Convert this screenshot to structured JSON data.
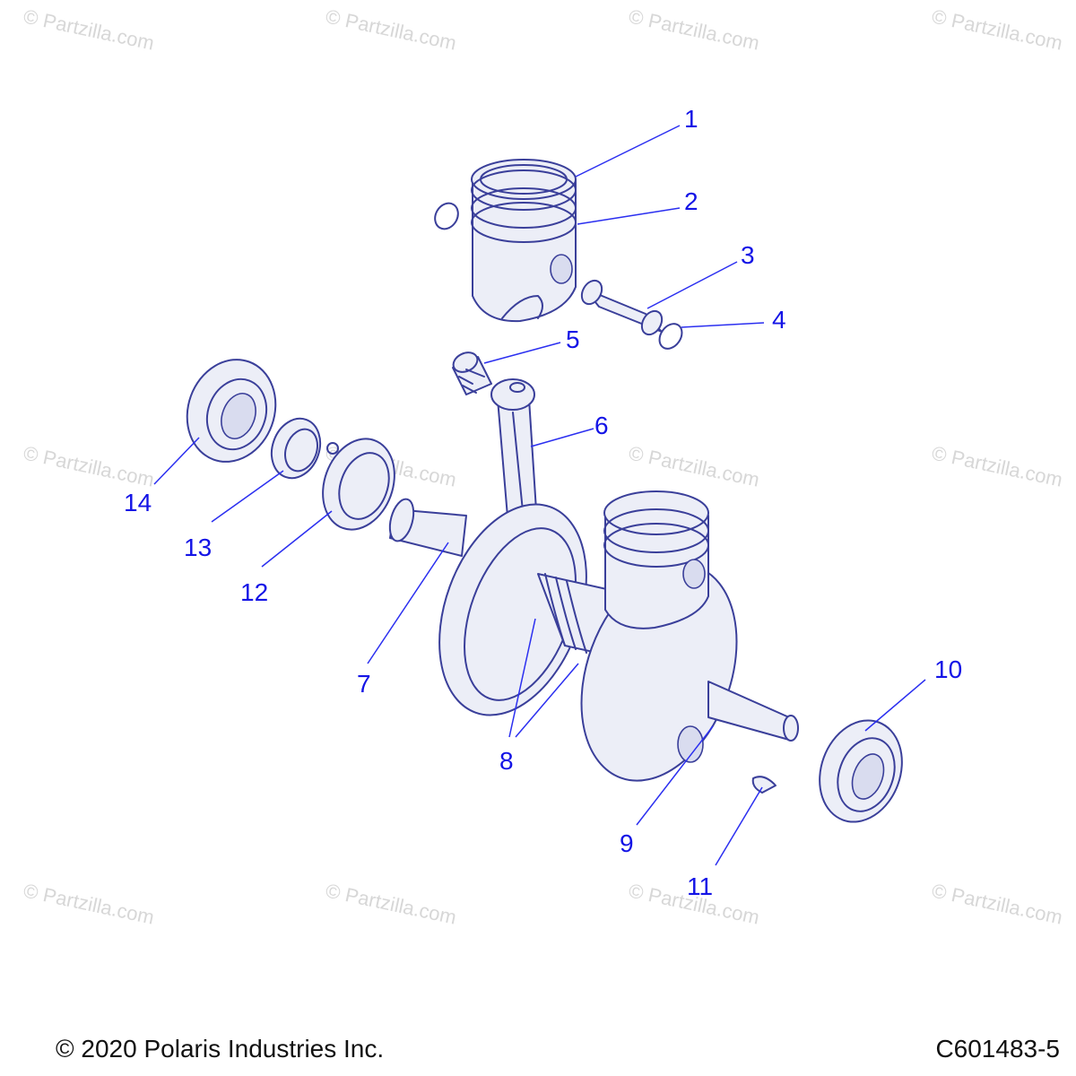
{
  "watermark": "© Partzilla.com",
  "callouts": {
    "c1": "1",
    "c2": "2",
    "c3": "3",
    "c4": "4",
    "c5": "5",
    "c6": "6",
    "c7": "7",
    "c8": "8",
    "c9": "9",
    "c10": "10",
    "c11": "11",
    "c12": "12",
    "c13": "13",
    "c14": "14"
  },
  "footer": {
    "copyright": "© 2020 Polaris Industries Inc.",
    "drawing_id": "C601483-5"
  },
  "colors": {
    "callout": "#1414e6",
    "line_art": "#3a3f9a",
    "watermark": "#d7d7d7"
  }
}
